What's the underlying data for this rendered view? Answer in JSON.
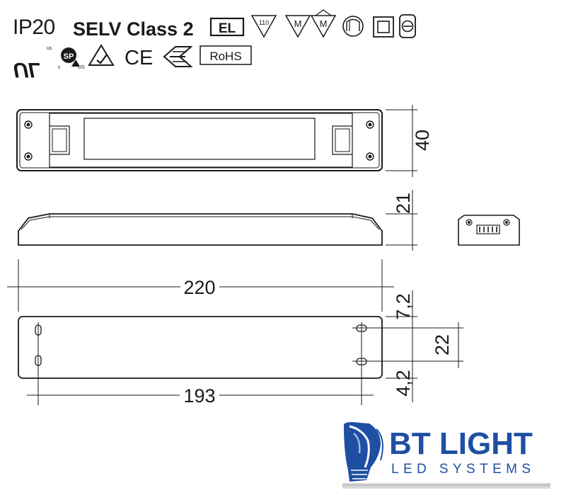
{
  "header": {
    "ip_rating": "IP20",
    "classification": "SELV Class 2",
    "el_mark": "EL",
    "triangle_110": "110",
    "triangle_m1": "M",
    "triangle_m2": "M",
    "ul_mark": "UL",
    "ul_c": "c",
    "ul_us": "us",
    "csa_mark": "SP",
    "csa_c": "c",
    "csa_us": "US",
    "ce_mark": "CE",
    "rohs": "RoHS"
  },
  "dimensions": {
    "width": "40",
    "height": "21",
    "length": "220",
    "hole_spacing_length": "193",
    "hole_offset_top": "7,2",
    "hole_spacing_width": "22",
    "hole_offset_bottom": "4,2"
  },
  "logo": {
    "name": "BT LIGHT",
    "tagline": "LED SYSTEMS",
    "color": "#1f4fa3"
  }
}
